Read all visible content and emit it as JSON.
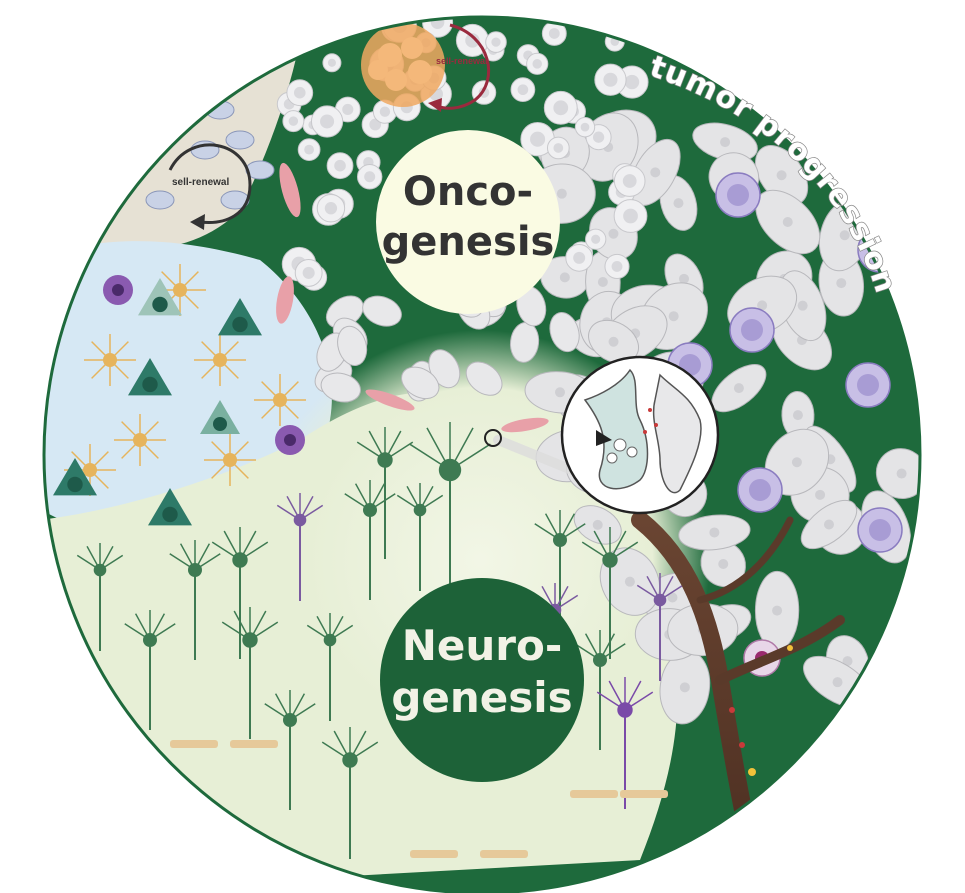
{
  "labels": {
    "onco_line1": "Onco-",
    "onco_line2": "genesis",
    "neuro_line1": "Neuro-",
    "neuro_line2": "genesis",
    "tumor_progression": "tumor progression",
    "self_renewal_left": "sell-renewal",
    "self_renewal_top": "sell-renewal"
  },
  "colors": {
    "tumor_green": "#1e6a3c",
    "neuro_bg": "#e7efd6",
    "glia_blue": "#d6e8f4",
    "stem_beige": "#e6e1d4",
    "neuron_green": "#3e7a52",
    "onco_circle": "#fafbe3",
    "neuro_circle": "#1d6238",
    "tumor_cell": "#e4e4e6",
    "immune_purple": "#a89cd4",
    "astro_yellow": "#e6b45c",
    "orange_cluster": "#f0a860",
    "vessel_brown": "#5a3a2a",
    "arrow_red": "#9a2a3e"
  },
  "icons": {
    "synapse_inset": "synapse-detail-icon",
    "self_renewal_arrow": "circular-arrow-icon"
  }
}
